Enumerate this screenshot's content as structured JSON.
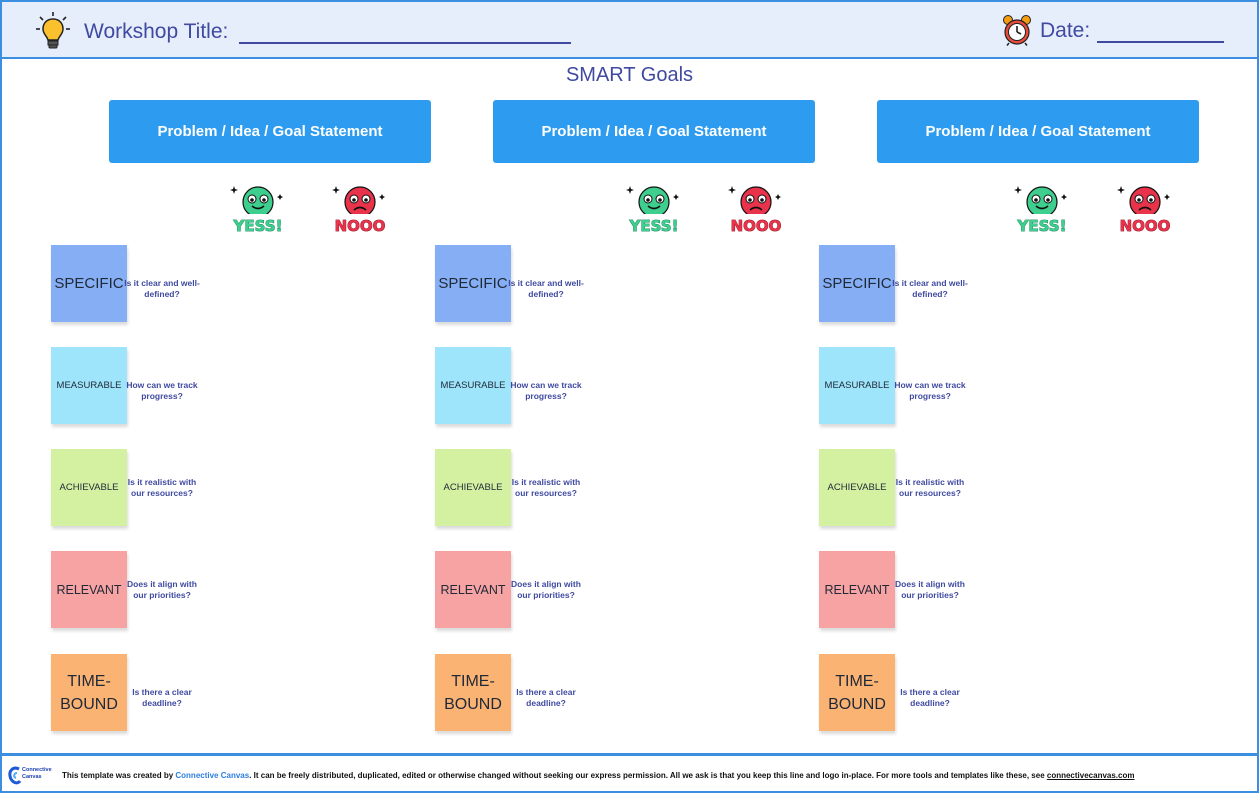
{
  "header": {
    "workshop_label": "Workshop Title:",
    "date_label": "Date:"
  },
  "board": {
    "title": "SMART Goals"
  },
  "columns": [
    {
      "statement": "Problem / Idea / Goal Statement",
      "yes_sticker": "YESS!",
      "no_sticker": "NOOO"
    },
    {
      "statement": "Problem / Idea / Goal Statement",
      "yes_sticker": "YESS!",
      "no_sticker": "NOOO"
    },
    {
      "statement": "Problem / Idea / Goal Statement",
      "yes_sticker": "YESS!",
      "no_sticker": "NOOO"
    }
  ],
  "criteria": [
    {
      "label": "SPECIFIC",
      "question": "Is it clear and well-defined?",
      "color": "#86aef4"
    },
    {
      "label": "MEASURABLE",
      "question": "How can we track progress?",
      "color": "#9ee4fa"
    },
    {
      "label": "ACHIEVABLE",
      "question": "Is it realistic with our resources?",
      "color": "#d4f1a1"
    },
    {
      "label": "RELEVANT",
      "question": "Does it align with our priorities?",
      "color": "#f7a3a3"
    },
    {
      "label": "TIME-BOUND",
      "question": "Is there a clear deadline?",
      "color": "#fbb374"
    }
  ],
  "footer": {
    "logo_line1": "Connective",
    "logo_line2": "Canvas",
    "text_prefix": "This template was created by ",
    "brand": "Connective Canvas",
    "text_suffix": ". It can be freely distributed, duplicated, edited or otherwise changed without seeking our express permission. All we ask is that you keep this line and logo in-place. For more tools and templates like these, see ",
    "url": "connectivecanvas.com"
  },
  "icons": {
    "header_left": "lightbulb-icon",
    "header_right": "alarm-clock-icon",
    "stickers": [
      "yess-sticker-icon",
      "nooo-sticker-icon"
    ]
  }
}
